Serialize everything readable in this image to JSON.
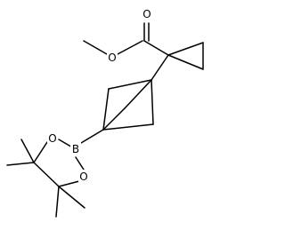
{
  "structure": {
    "atom_labels": {
      "ester_carbonyl_oxygen": "O",
      "ester_alkoxy_oxygen": "O",
      "boronate_oxygen_upper": "O",
      "boronate_oxygen_lower": "O",
      "boron": "B"
    },
    "colors": {
      "bond": "#000000",
      "label": "#000000",
      "background": "#ffffff"
    }
  }
}
